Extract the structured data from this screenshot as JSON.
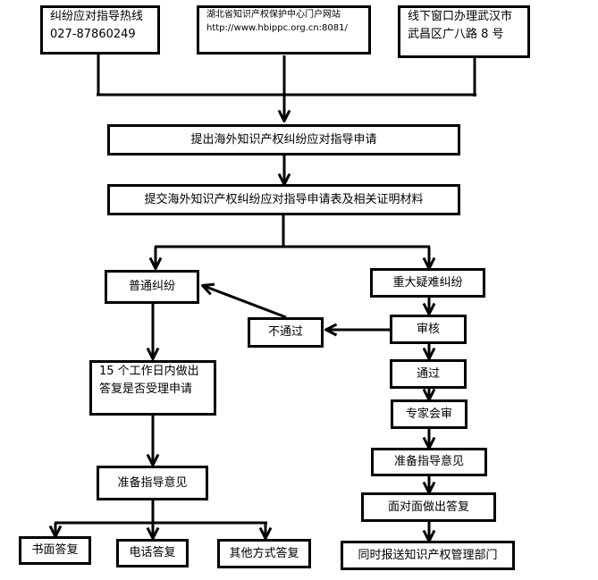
{
  "top": {
    "hotline": {
      "line1": "纠纷应对指导热线",
      "line2": "027-87860249"
    },
    "portal": {
      "line1": "湖北省知识产权保护中心门户网站",
      "line2": "http://www.hbippc.org.cn:8081/"
    },
    "office": {
      "line1": "线下窗口办理武汉市",
      "line2": "武昌区广八路 8 号"
    }
  },
  "flow": {
    "apply": "提出海外知识产权纠纷应对指导申请",
    "submit": "提交海外知识产权纠纷应对指导申请表及相关证明材料"
  },
  "left": {
    "normal": "普通纠纷",
    "decide": {
      "line1": "15 个工作日内做出",
      "line2": "答复是否受理申请"
    },
    "prepare": "准备指导意见",
    "written": "书面答复",
    "phone": "电话答复",
    "other": "其他方式答复"
  },
  "middle": {
    "reject": "不通过"
  },
  "right": {
    "major": "重大疑难纠纷",
    "review": "审核",
    "pass": "通过",
    "expert": "专家会审",
    "prepare": "准备指导意见",
    "facetoface": "面对面做出答复",
    "notify": "同时报送知识产权管理部门"
  }
}
